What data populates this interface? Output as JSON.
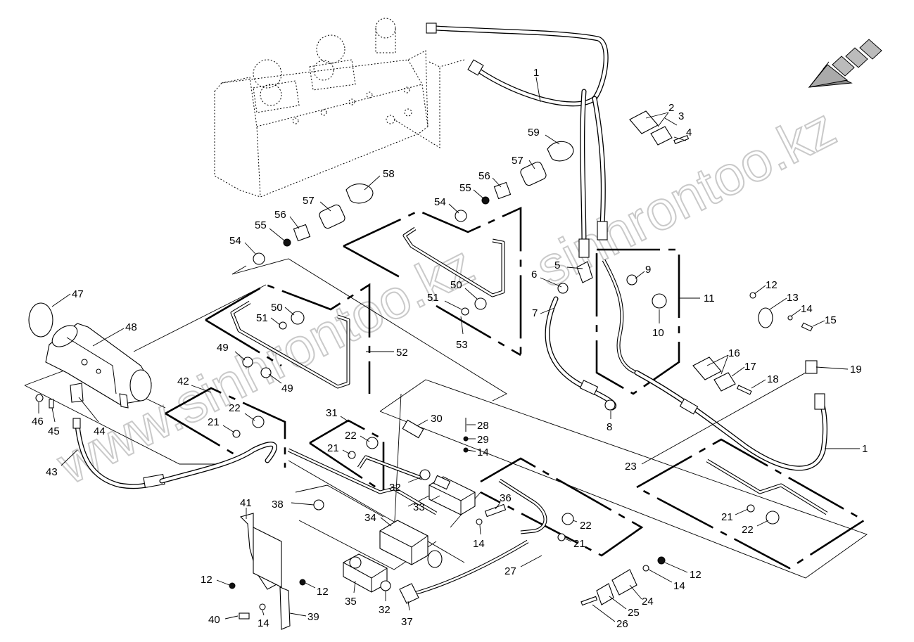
{
  "watermark": {
    "primary": "www.sinhrontoo.kz",
    "secondary": "sinhrontoo.kz"
  },
  "callouts": [
    {
      "label": "1"
    },
    {
      "label": "2"
    },
    {
      "label": "3"
    },
    {
      "label": "4"
    },
    {
      "label": "5"
    },
    {
      "label": "6"
    },
    {
      "label": "7"
    },
    {
      "label": "8"
    },
    {
      "label": "9"
    },
    {
      "label": "10"
    },
    {
      "label": "11"
    },
    {
      "label": "12"
    },
    {
      "label": "13"
    },
    {
      "label": "14"
    },
    {
      "label": "15"
    },
    {
      "label": "16"
    },
    {
      "label": "17"
    },
    {
      "label": "18"
    },
    {
      "label": "19"
    },
    {
      "label": "1"
    },
    {
      "label": "23"
    },
    {
      "label": "21"
    },
    {
      "label": "22"
    },
    {
      "label": "8"
    },
    {
      "label": "59"
    },
    {
      "label": "57"
    },
    {
      "label": "56"
    },
    {
      "label": "55"
    },
    {
      "label": "54"
    },
    {
      "label": "58"
    },
    {
      "label": "57"
    },
    {
      "label": "56"
    },
    {
      "label": "55"
    },
    {
      "label": "54"
    },
    {
      "label": "50"
    },
    {
      "label": "51"
    },
    {
      "label": "53"
    },
    {
      "label": "52"
    },
    {
      "label": "50"
    },
    {
      "label": "51"
    },
    {
      "label": "47"
    },
    {
      "label": "48"
    },
    {
      "label": "49"
    },
    {
      "label": "49"
    },
    {
      "label": "42"
    },
    {
      "label": "22"
    },
    {
      "label": "21"
    },
    {
      "label": "46"
    },
    {
      "label": "45"
    },
    {
      "label": "44"
    },
    {
      "label": "43"
    },
    {
      "label": "31"
    },
    {
      "label": "22"
    },
    {
      "label": "21"
    },
    {
      "label": "30"
    },
    {
      "label": "28"
    },
    {
      "label": "29"
    },
    {
      "label": "14"
    },
    {
      "label": "32"
    },
    {
      "label": "33"
    },
    {
      "label": "36"
    },
    {
      "label": "14"
    },
    {
      "label": "34"
    },
    {
      "label": "38"
    },
    {
      "label": "41"
    },
    {
      "label": "22"
    },
    {
      "label": "21"
    },
    {
      "label": "27"
    },
    {
      "label": "12"
    },
    {
      "label": "12"
    },
    {
      "label": "40"
    },
    {
      "label": "14"
    },
    {
      "label": "39"
    },
    {
      "label": "35"
    },
    {
      "label": "32"
    },
    {
      "label": "37"
    },
    {
      "label": "12"
    },
    {
      "label": "14"
    },
    {
      "label": "24"
    },
    {
      "label": "25"
    },
    {
      "label": "26"
    }
  ]
}
